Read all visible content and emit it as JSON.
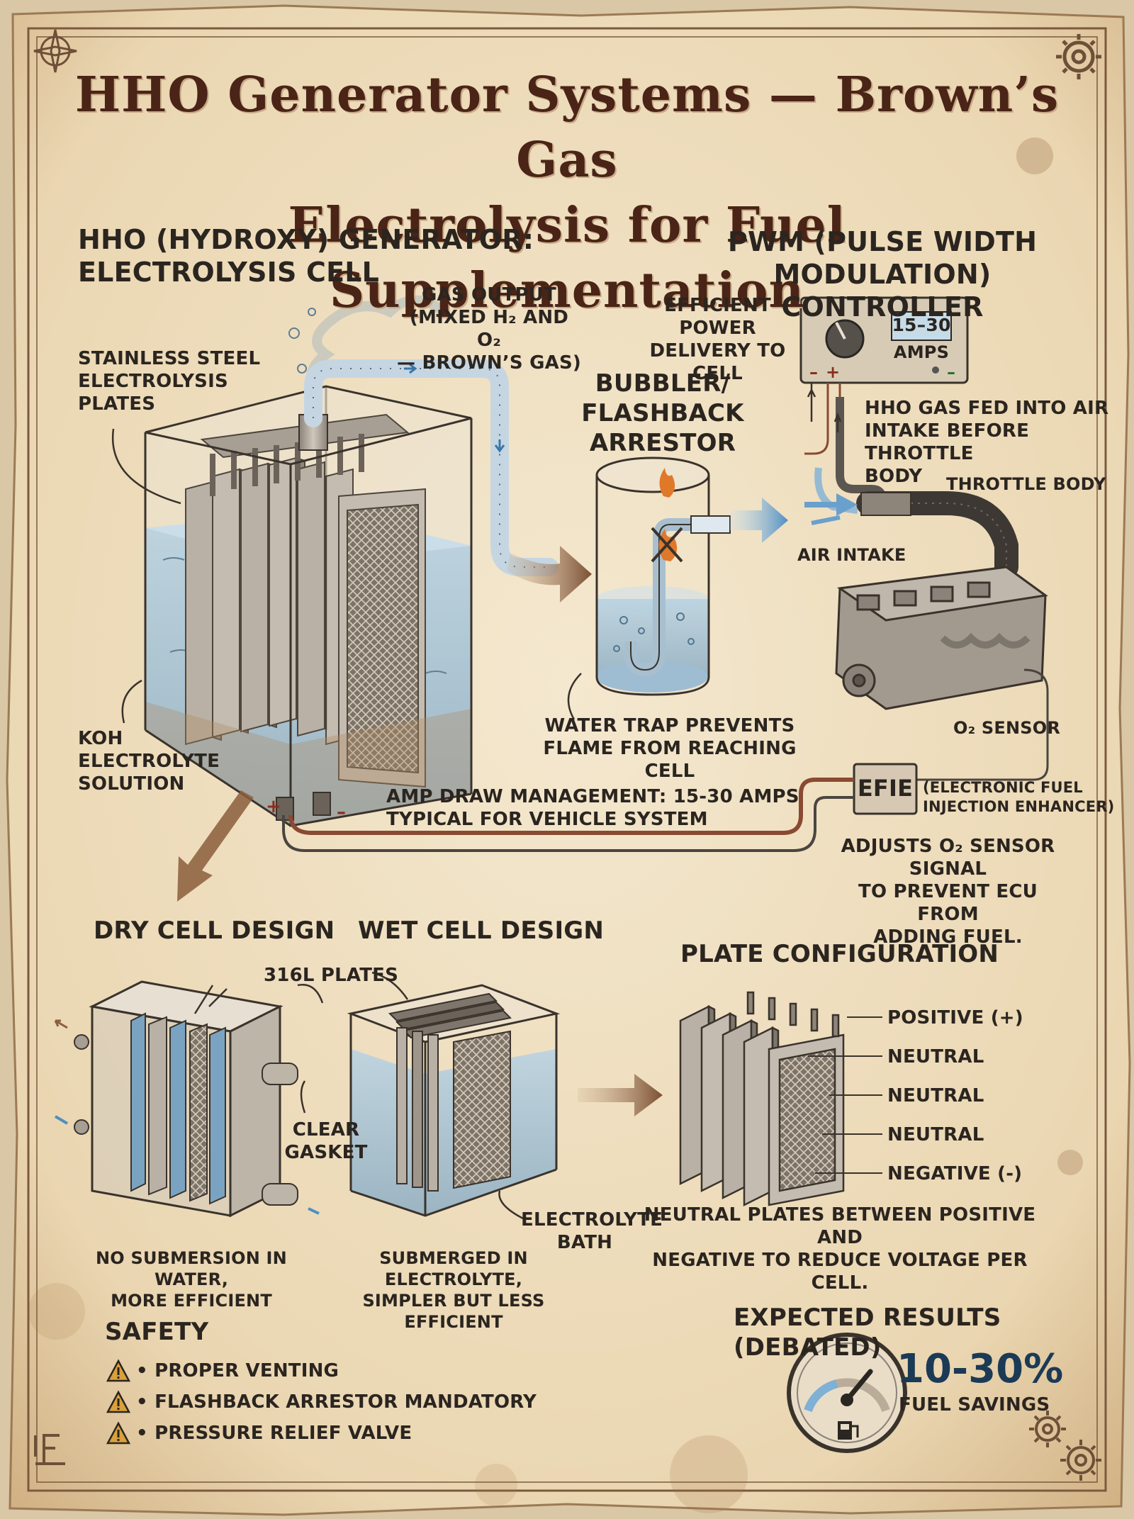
{
  "title": {
    "line1": "HHO Generator Systems — Brown’s Gas",
    "line2": "Electrolysis for Fuel Supplementation"
  },
  "generator": {
    "heading_line1": "HHO (Hydroxy) Generator:",
    "heading_line2": "Electrolysis Cell",
    "plates_label": [
      "Stainless Steel",
      "Electrolysis",
      "Plates"
    ],
    "electrolyte_label": [
      "KOH",
      "Electrolyte",
      "Solution"
    ],
    "gas_output": [
      "Gas Output",
      "(Mixed H₂ and O₂",
      "— Brown’s Gas)"
    ],
    "terminal_positive": "+",
    "terminal_negative": "–"
  },
  "bubbler": {
    "label": [
      "Bubbler/",
      "Flashback",
      "Arrestor"
    ],
    "note": [
      "Water trap prevents",
      "flame from reaching cell"
    ]
  },
  "pwm": {
    "heading_line1": "PWM (Pulse Width Modulation)",
    "heading_line2": "Controller",
    "note": [
      "Efficient power",
      "delivery to cell"
    ],
    "display_value": "15–30",
    "display_unit": "AMPS",
    "neg_sign": "–",
    "pos_sign": "+",
    "neg_sign_right": "–"
  },
  "engine": {
    "hho_note": [
      "HHO gas fed into air",
      "intake before throttle",
      "body"
    ],
    "throttle_body": "Throttle Body",
    "air_intake": "Air Intake",
    "o2_sensor": "O₂ Sensor"
  },
  "efie": {
    "label": "EFIE",
    "full_name": [
      "(Electronic Fuel",
      "Injection Enhancer)"
    ],
    "note": [
      "Adjusts O₂ sensor signal",
      "to prevent ECU from",
      "adding fuel."
    ]
  },
  "amp_draw": [
    "Amp draw management: 15-30 amps",
    "typical for vehicle system"
  ],
  "dry_cell": {
    "heading": "Dry Cell Design",
    "gasket": [
      "Clear",
      "Gasket"
    ],
    "note": [
      "No submersion in water,",
      "more efficient"
    ]
  },
  "wet_cell": {
    "heading": "Wet Cell Design",
    "plates": "316L Plates",
    "bath": [
      "Electrolyte",
      "Bath"
    ],
    "note": [
      "Submerged in electrolyte,",
      "simpler but less efficient"
    ]
  },
  "plate_config": {
    "heading": "Plate Configuration",
    "labels": [
      "Positive (+)",
      "Neutral",
      "Neutral",
      "Neutral",
      "Negative (-)"
    ],
    "note": [
      "Neutral plates between positive and",
      "negative to reduce voltage per cell."
    ]
  },
  "safety": {
    "heading": "Safety",
    "items": [
      "• Proper venting",
      "• Flashback arrestor mandatory",
      "• Pressure relief valve"
    ]
  },
  "results": {
    "heading": "Expected Results (Debated)",
    "value": "10-30%",
    "caption": "Fuel Savings",
    "gauge_level": 0.72
  },
  "colors": {
    "parchment": "#efe0c2",
    "ink": "#2b2520",
    "title": "#4a2416",
    "water": "#a9c6da",
    "arrow_brown": "#8b5e3c",
    "flow_blue": "#5b93c0"
  }
}
